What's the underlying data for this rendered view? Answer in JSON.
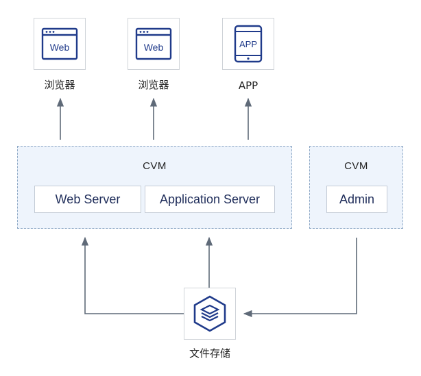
{
  "clients": [
    {
      "icon_text": "Web",
      "label": "浏览器",
      "icon": "browser-window-icon"
    },
    {
      "icon_text": "Web",
      "label": "浏览器",
      "icon": "browser-window-icon"
    },
    {
      "icon_text": "APP",
      "label": "APP",
      "icon": "mobile-phone-icon"
    }
  ],
  "cvm_main": {
    "title": "CVM",
    "servers": [
      "Web Server",
      "Application Server"
    ]
  },
  "cvm_admin": {
    "title": "CVM",
    "servers": [
      "Admin"
    ]
  },
  "storage": {
    "label": "文件存储",
    "icon": "file-storage-stack-icon"
  },
  "colors": {
    "icon_blue": "#1f3a8a",
    "group_fill": "#eef4fc",
    "group_border": "#8fa9c6",
    "arrow": "#5f6a78"
  }
}
